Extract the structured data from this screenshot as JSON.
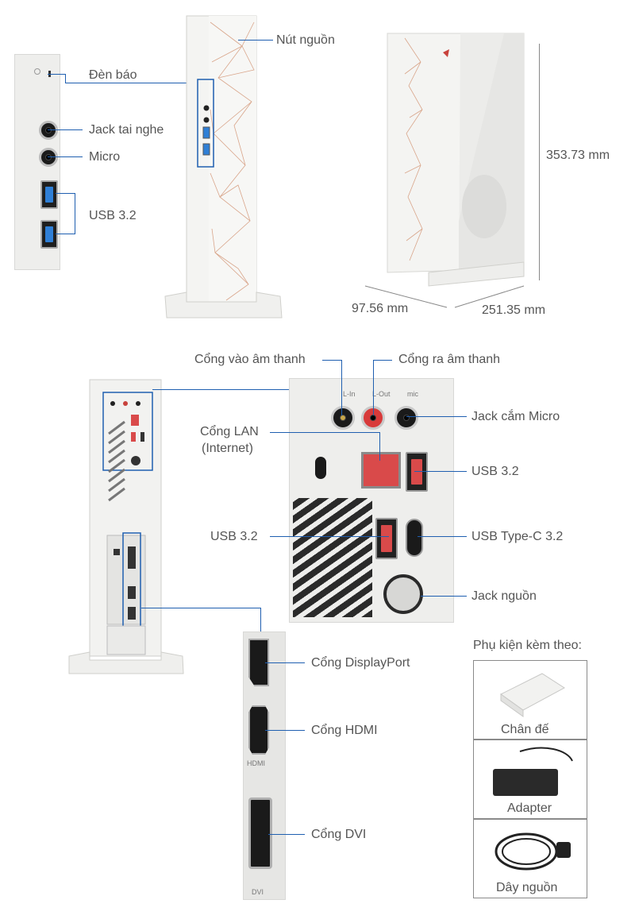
{
  "top_left": {
    "indicator_label": "Đèn báo",
    "headphone_label": "Jack tai nghe",
    "mic_label": "Micro",
    "usb_label": "USB 3.2"
  },
  "tower_front": {
    "power_button_label": "Nút nguồn"
  },
  "dimensions": {
    "height": "353.73 mm",
    "width": "97.56 mm",
    "depth": "251.35 mm"
  },
  "rear_panel": {
    "audio_in_label": "Cổng vào âm thanh",
    "audio_out_label": "Cổng ra âm thanh",
    "mic_jack_label": "Jack cắm Micro",
    "lan_label_line1": "Cổng LAN",
    "lan_label_line2": "(Internet)",
    "usb_right_label": "USB 3.2",
    "usb_left_label": "USB 3.2",
    "usb_c_label": "USB Type-C 3.2",
    "power_jack_label": "Jack nguồn",
    "port_text_lin": "L-In",
    "port_text_lout": "L-Out",
    "port_text_mic": "mic"
  },
  "gpu": {
    "displayport_label": "Cổng DisplayPort",
    "hdmi_label": "Cổng HDMI",
    "dvi_label": "Cổng DVI",
    "hdmi_print": "HDMI",
    "dvi_print": "DVI"
  },
  "accessories": {
    "title": "Phụ kiện kèm theo:",
    "items": [
      "Chân đế",
      "Adapter",
      "Dây nguồn"
    ]
  },
  "colors": {
    "leader_line": "#1f5fb0",
    "usb_blue": "#2f7fd6",
    "usb_red": "#d94a4a",
    "case_white": "#f3f3f1",
    "accent_copper": "#d9a58a"
  }
}
